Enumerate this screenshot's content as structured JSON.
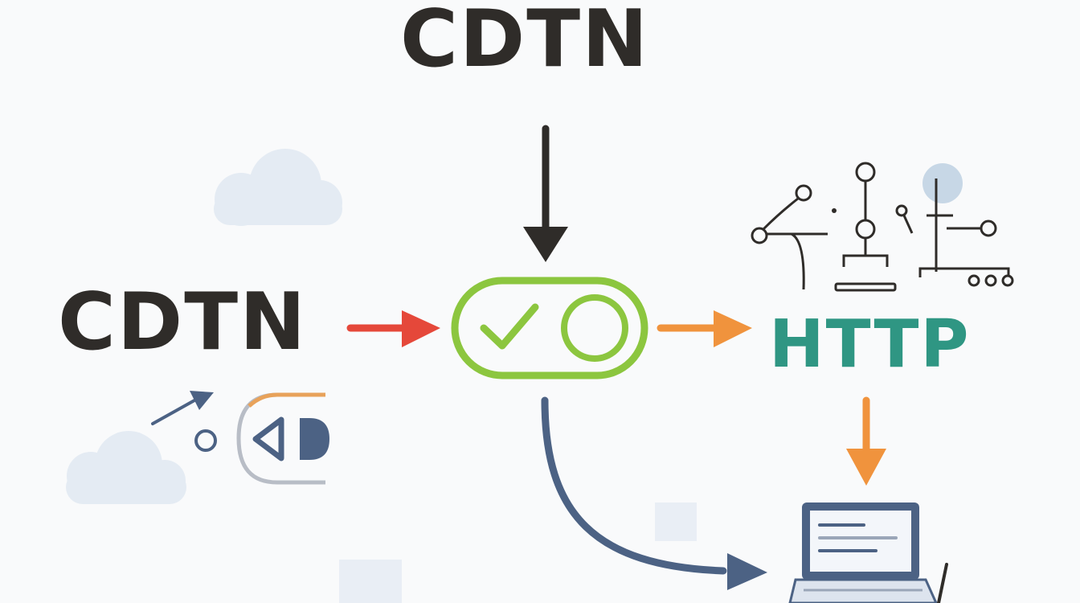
{
  "labels": {
    "top": "CDTN",
    "left": "CDTN",
    "right": "HTTP"
  },
  "colors": {
    "text_dark": "#2f2c29",
    "http_teal": "#2f9683",
    "toggle_green": "#8cc63f",
    "arrow_red": "#e5483a",
    "arrow_orange": "#f0933d",
    "arrow_navy": "#4c6284",
    "cloud": "#e4ebf3"
  },
  "icons": [
    "cloud-icon",
    "toggle-check-icon",
    "network-nodes-icon",
    "ad-logo-icon",
    "laptop-icon"
  ]
}
